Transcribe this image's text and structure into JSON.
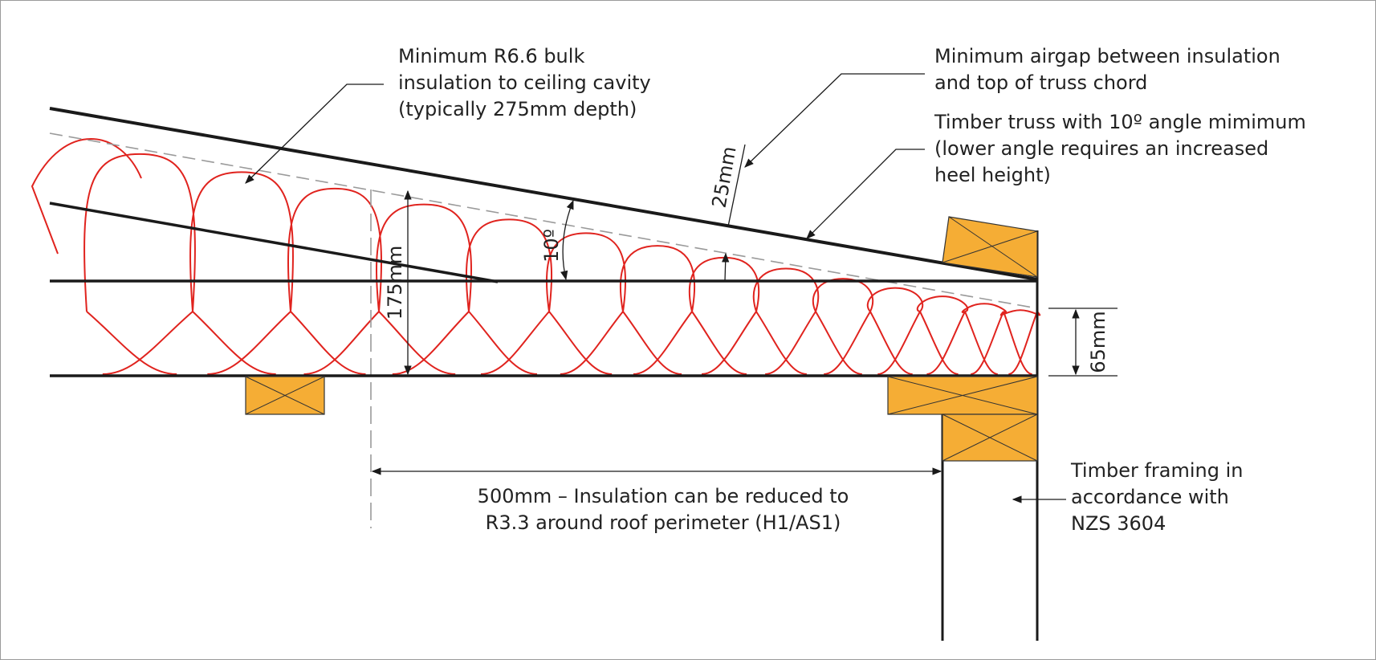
{
  "labels": {
    "bulk_insulation": [
      "Minimum R6.6 bulk",
      "insulation to ceiling cavity",
      "(typically 275mm depth)"
    ],
    "airgap": [
      "Minimum airgap between insulation",
      "and top of truss chord"
    ],
    "truss": [
      "Timber truss with 10º angle mimimum",
      "(lower angle requires an increased",
      "heel height)"
    ],
    "perimeter": [
      "500mm – Insulation can be reduced to",
      "R3.3 around roof perimeter (H1/AS1)"
    ],
    "framing": [
      "Timber framing in",
      "accordance with",
      "NZS 3604"
    ]
  },
  "dimensions": {
    "depth": "175mm",
    "angle": "10º",
    "airgap": "25mm",
    "heel": "65mm"
  },
  "colors": {
    "insulation": "#e0231e",
    "timber": "#f5ad35",
    "line": "#1a1a1a",
    "dashed": "#9a9a9a"
  }
}
